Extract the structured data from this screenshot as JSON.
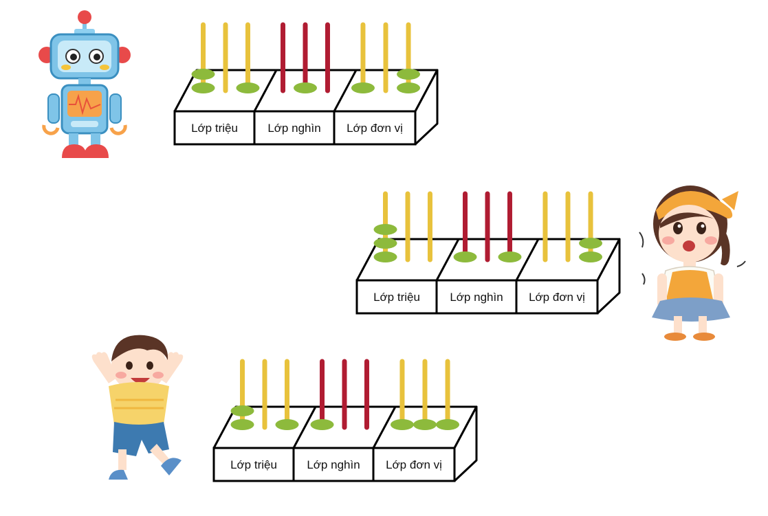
{
  "colors": {
    "rod_yellow": "#e8c23c",
    "rod_red": "#b01c32",
    "bead_green": "#8dba3c",
    "outline": "#000000"
  },
  "labels": [
    "Lớp triệu",
    "Lớp nghìn",
    "Lớp đơn vị"
  ],
  "abaci": [
    {
      "name": "abacus-robot",
      "rods": [
        {
          "color": "yellow",
          "beads": 2
        },
        {
          "color": "yellow",
          "beads": 0
        },
        {
          "color": "yellow",
          "beads": 1
        },
        {
          "color": "red",
          "beads": 0
        },
        {
          "color": "red",
          "beads": 1
        },
        {
          "color": "red",
          "beads": 0
        },
        {
          "color": "yellow",
          "beads": 1
        },
        {
          "color": "yellow",
          "beads": 0
        },
        {
          "color": "yellow",
          "beads": 2
        }
      ]
    },
    {
      "name": "abacus-girl",
      "rods": [
        {
          "color": "yellow",
          "beads": 3
        },
        {
          "color": "yellow",
          "beads": 0
        },
        {
          "color": "yellow",
          "beads": 0
        },
        {
          "color": "red",
          "beads": 1
        },
        {
          "color": "red",
          "beads": 0
        },
        {
          "color": "red",
          "beads": 1
        },
        {
          "color": "yellow",
          "beads": 0
        },
        {
          "color": "yellow",
          "beads": 0
        },
        {
          "color": "yellow",
          "beads": 2
        }
      ]
    },
    {
      "name": "abacus-boy",
      "rods": [
        {
          "color": "yellow",
          "beads": 2
        },
        {
          "color": "yellow",
          "beads": 0
        },
        {
          "color": "yellow",
          "beads": 1
        },
        {
          "color": "red",
          "beads": 1
        },
        {
          "color": "red",
          "beads": 0
        },
        {
          "color": "red",
          "beads": 0
        },
        {
          "color": "yellow",
          "beads": 1
        },
        {
          "color": "yellow",
          "beads": 1
        },
        {
          "color": "yellow",
          "beads": 1
        }
      ]
    }
  ]
}
